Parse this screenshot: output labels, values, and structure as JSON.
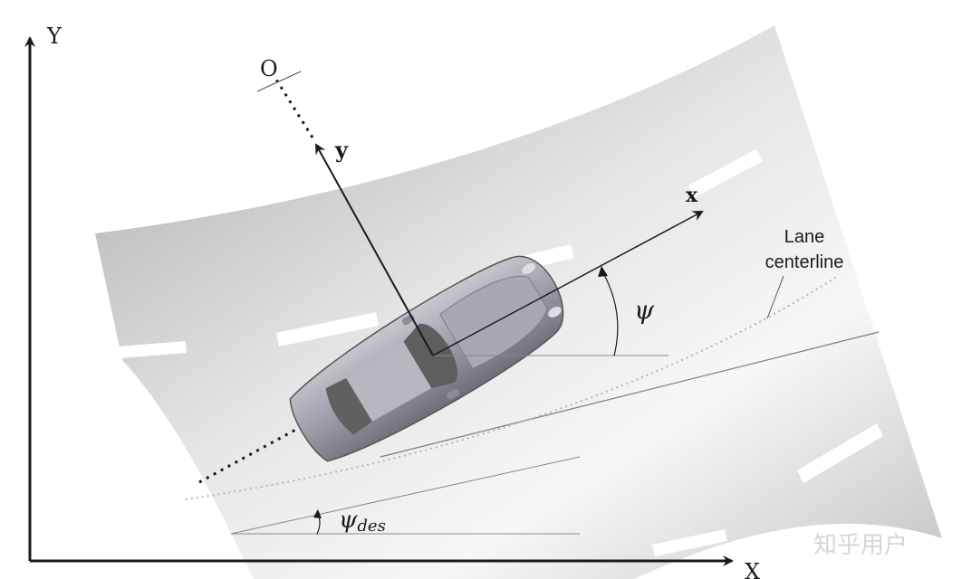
{
  "labels": {
    "axis_y_world": "Y",
    "axis_x_world": "X",
    "origin": "O",
    "axis_y_vehicle": "y",
    "axis_x_vehicle": "x",
    "psi": "ψ",
    "psi_des_symbol": "ψ",
    "psi_des_subscript": "des",
    "lane_line1": "Lane",
    "lane_line2": "centerline"
  },
  "watermark": "知乎用户",
  "colors": {
    "axes": "#1a1a1a",
    "road_light": "#f2f2f2",
    "road_dark": "#a8a8a8",
    "car_body": "#9a99a4",
    "car_glass": "#5e5e5e",
    "lane_marking": "#ffffff"
  }
}
